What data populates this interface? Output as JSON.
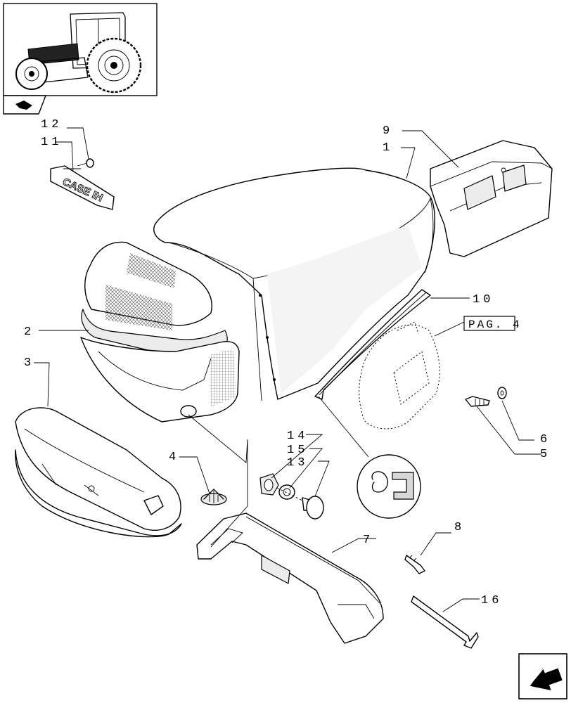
{
  "labels": {
    "p1": "1",
    "p2": "2",
    "p3": "3",
    "p4": "4",
    "p5": "5",
    "p6": "6",
    "p7": "7",
    "p8": "8",
    "p9": "9",
    "p10": "10",
    "p11": "11",
    "p12": "12",
    "p13": "13",
    "p14": "14",
    "p15": "15",
    "p16": "16"
  },
  "page_ref": "PAG. 4",
  "decal_text": "CASE IH",
  "icons": {
    "thumbnail": "tractor-thumbnail-icon",
    "section": "section-marker-icon",
    "navigation": "next-page-arrow-icon"
  },
  "colors": {
    "line": "#000000",
    "background": "#ffffff",
    "shading": "#ececec"
  }
}
